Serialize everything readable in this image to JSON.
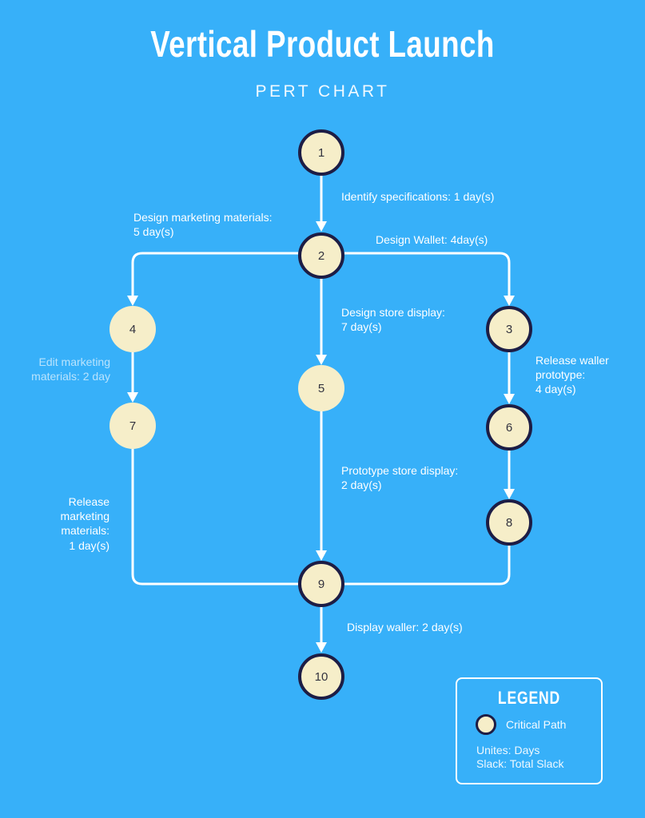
{
  "header": {
    "title": "Vertical Product Launch",
    "subtitle": "PERT CHART"
  },
  "colors": {
    "background": "#37b0f9",
    "node_fill": "#f6eec9",
    "critical_border": "#1d1d45",
    "line": "#ffffff",
    "label_text": "#ffffff",
    "muted_label_text": "rgba(255,255,255,0.65)"
  },
  "nodes": [
    {
      "id": "1",
      "critical": true
    },
    {
      "id": "2",
      "critical": true
    },
    {
      "id": "3",
      "critical": true
    },
    {
      "id": "4",
      "critical": false
    },
    {
      "id": "5",
      "critical": false
    },
    {
      "id": "6",
      "critical": true
    },
    {
      "id": "7",
      "critical": false
    },
    {
      "id": "8",
      "critical": true
    },
    {
      "id": "9",
      "critical": true
    },
    {
      "id": "10",
      "critical": true
    }
  ],
  "edges": [
    {
      "from": "1",
      "to": "2",
      "label": "Identify specifications: 1 day(s)"
    },
    {
      "from": "2",
      "to": "4",
      "label": "Design marketing materials:\n5 day(s)"
    },
    {
      "from": "2",
      "to": "3",
      "label": "Design Wallet: 4day(s)"
    },
    {
      "from": "2",
      "to": "5",
      "label": "Design store display:\n7 day(s)"
    },
    {
      "from": "4",
      "to": "7",
      "label": "Edit marketing\nmaterials: 2 day"
    },
    {
      "from": "3",
      "to": "6",
      "label": "Release waller\nprototype:\n4 day(s)"
    },
    {
      "from": "6",
      "to": "8",
      "label": ""
    },
    {
      "from": "5",
      "to": "9",
      "label": "Prototype store display:\n2 day(s)"
    },
    {
      "from": "7",
      "to": "9",
      "label": "Release\nmarketing\nmaterials:\n1 day(s)"
    },
    {
      "from": "8",
      "to": "9",
      "label": ""
    },
    {
      "from": "9",
      "to": "10",
      "label": "Display waller: 2 day(s)"
    }
  ],
  "legend": {
    "title": "LEGEND",
    "critical_path_label": "Critical Path",
    "units_note": "Unites: Days\nSlack: Total Slack"
  }
}
